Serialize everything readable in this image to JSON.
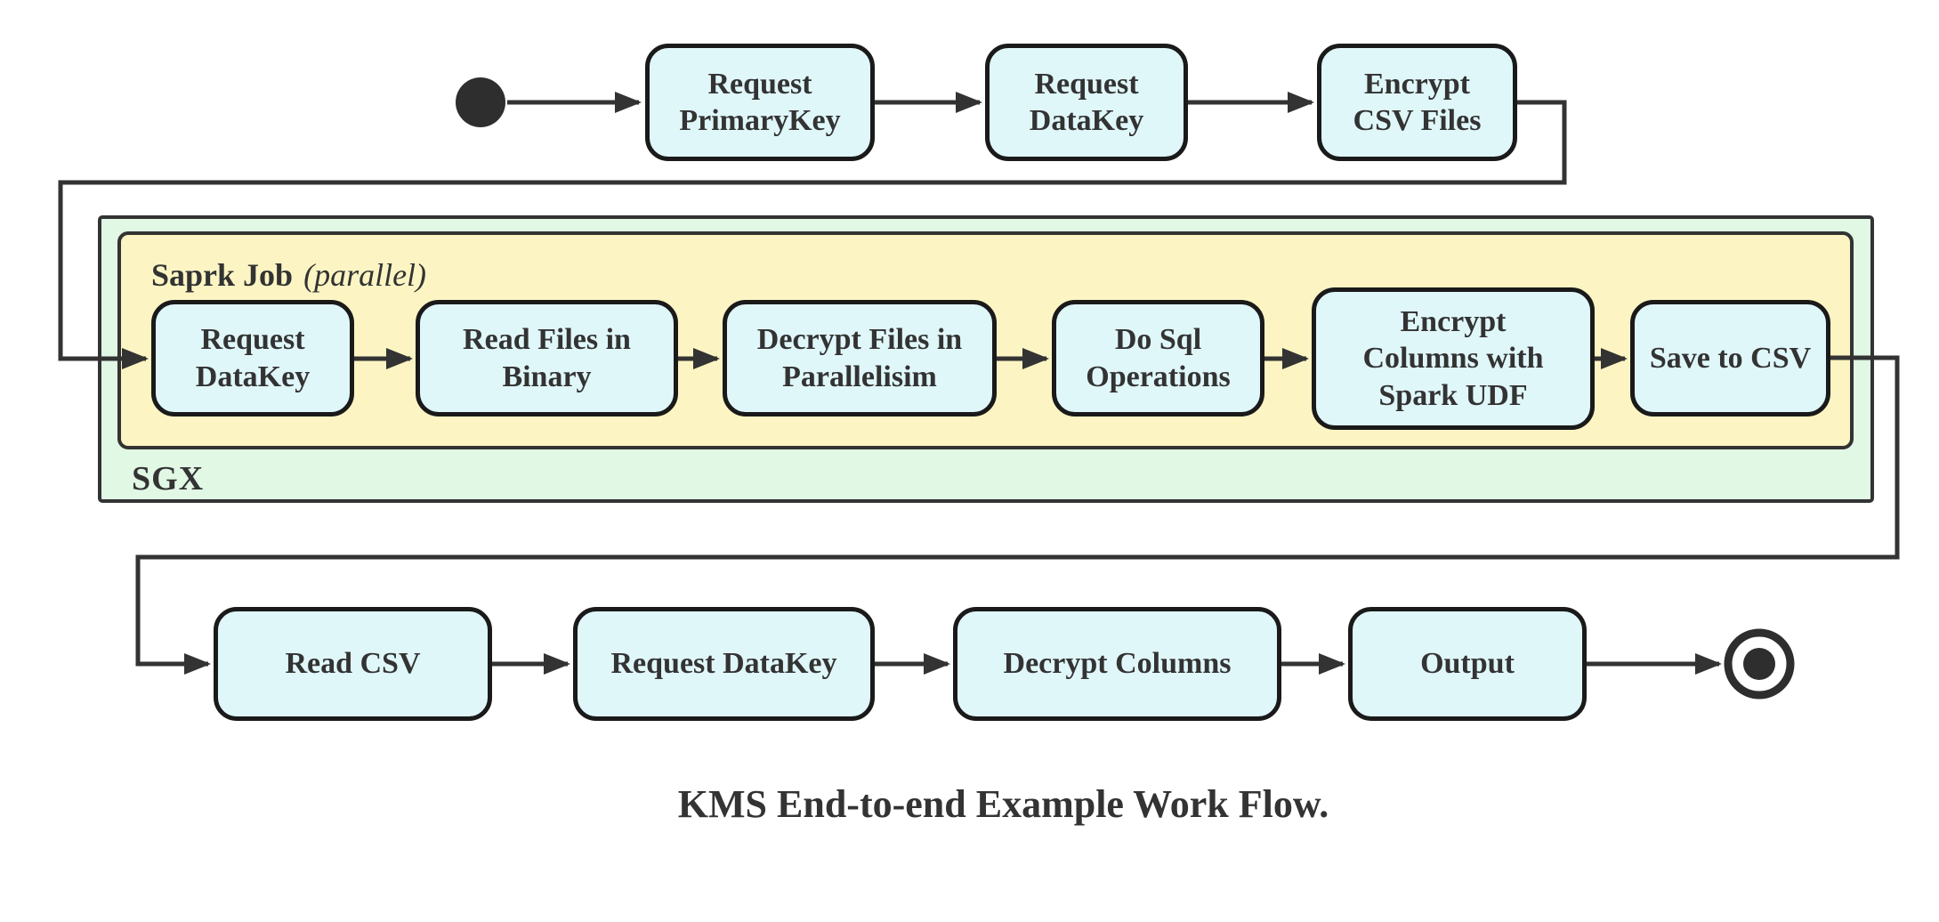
{
  "diagram": {
    "caption": "KMS End-to-end Example Work Flow.",
    "containers": {
      "sgx": {
        "label": "SGX"
      },
      "spark": {
        "label_bold": "Saprk Job",
        "label_italic": "(parallel)"
      }
    },
    "nodes": {
      "request_primarykey": "Request\nPrimaryKey",
      "request_datakey_top": "Request\nDataKey",
      "encrypt_csv_files": "Encrypt\nCSV Files",
      "request_datakey_sgx": "Request\nDataKey",
      "read_files_binary": "Read Files in\nBinary",
      "decrypt_files_parallel": "Decrypt Files in\nParallelisim",
      "do_sql_operations": "Do Sql\nOperations",
      "encrypt_columns_udf": "Encrypt\nColumns with\nSpark UDF",
      "save_to_csv": "Save to CSV",
      "read_csv": "Read CSV",
      "request_datakey_bottom": "Request DataKey",
      "decrypt_columns": "Decrypt Columns",
      "output": "Output"
    }
  },
  "colors": {
    "node_fill": "#e0f7fa",
    "node_border": "#1a1a1a",
    "yellow_fill": "#fcf5c3",
    "green_fill": "#e1f8e5",
    "line": "#333333",
    "text": "#333333"
  }
}
